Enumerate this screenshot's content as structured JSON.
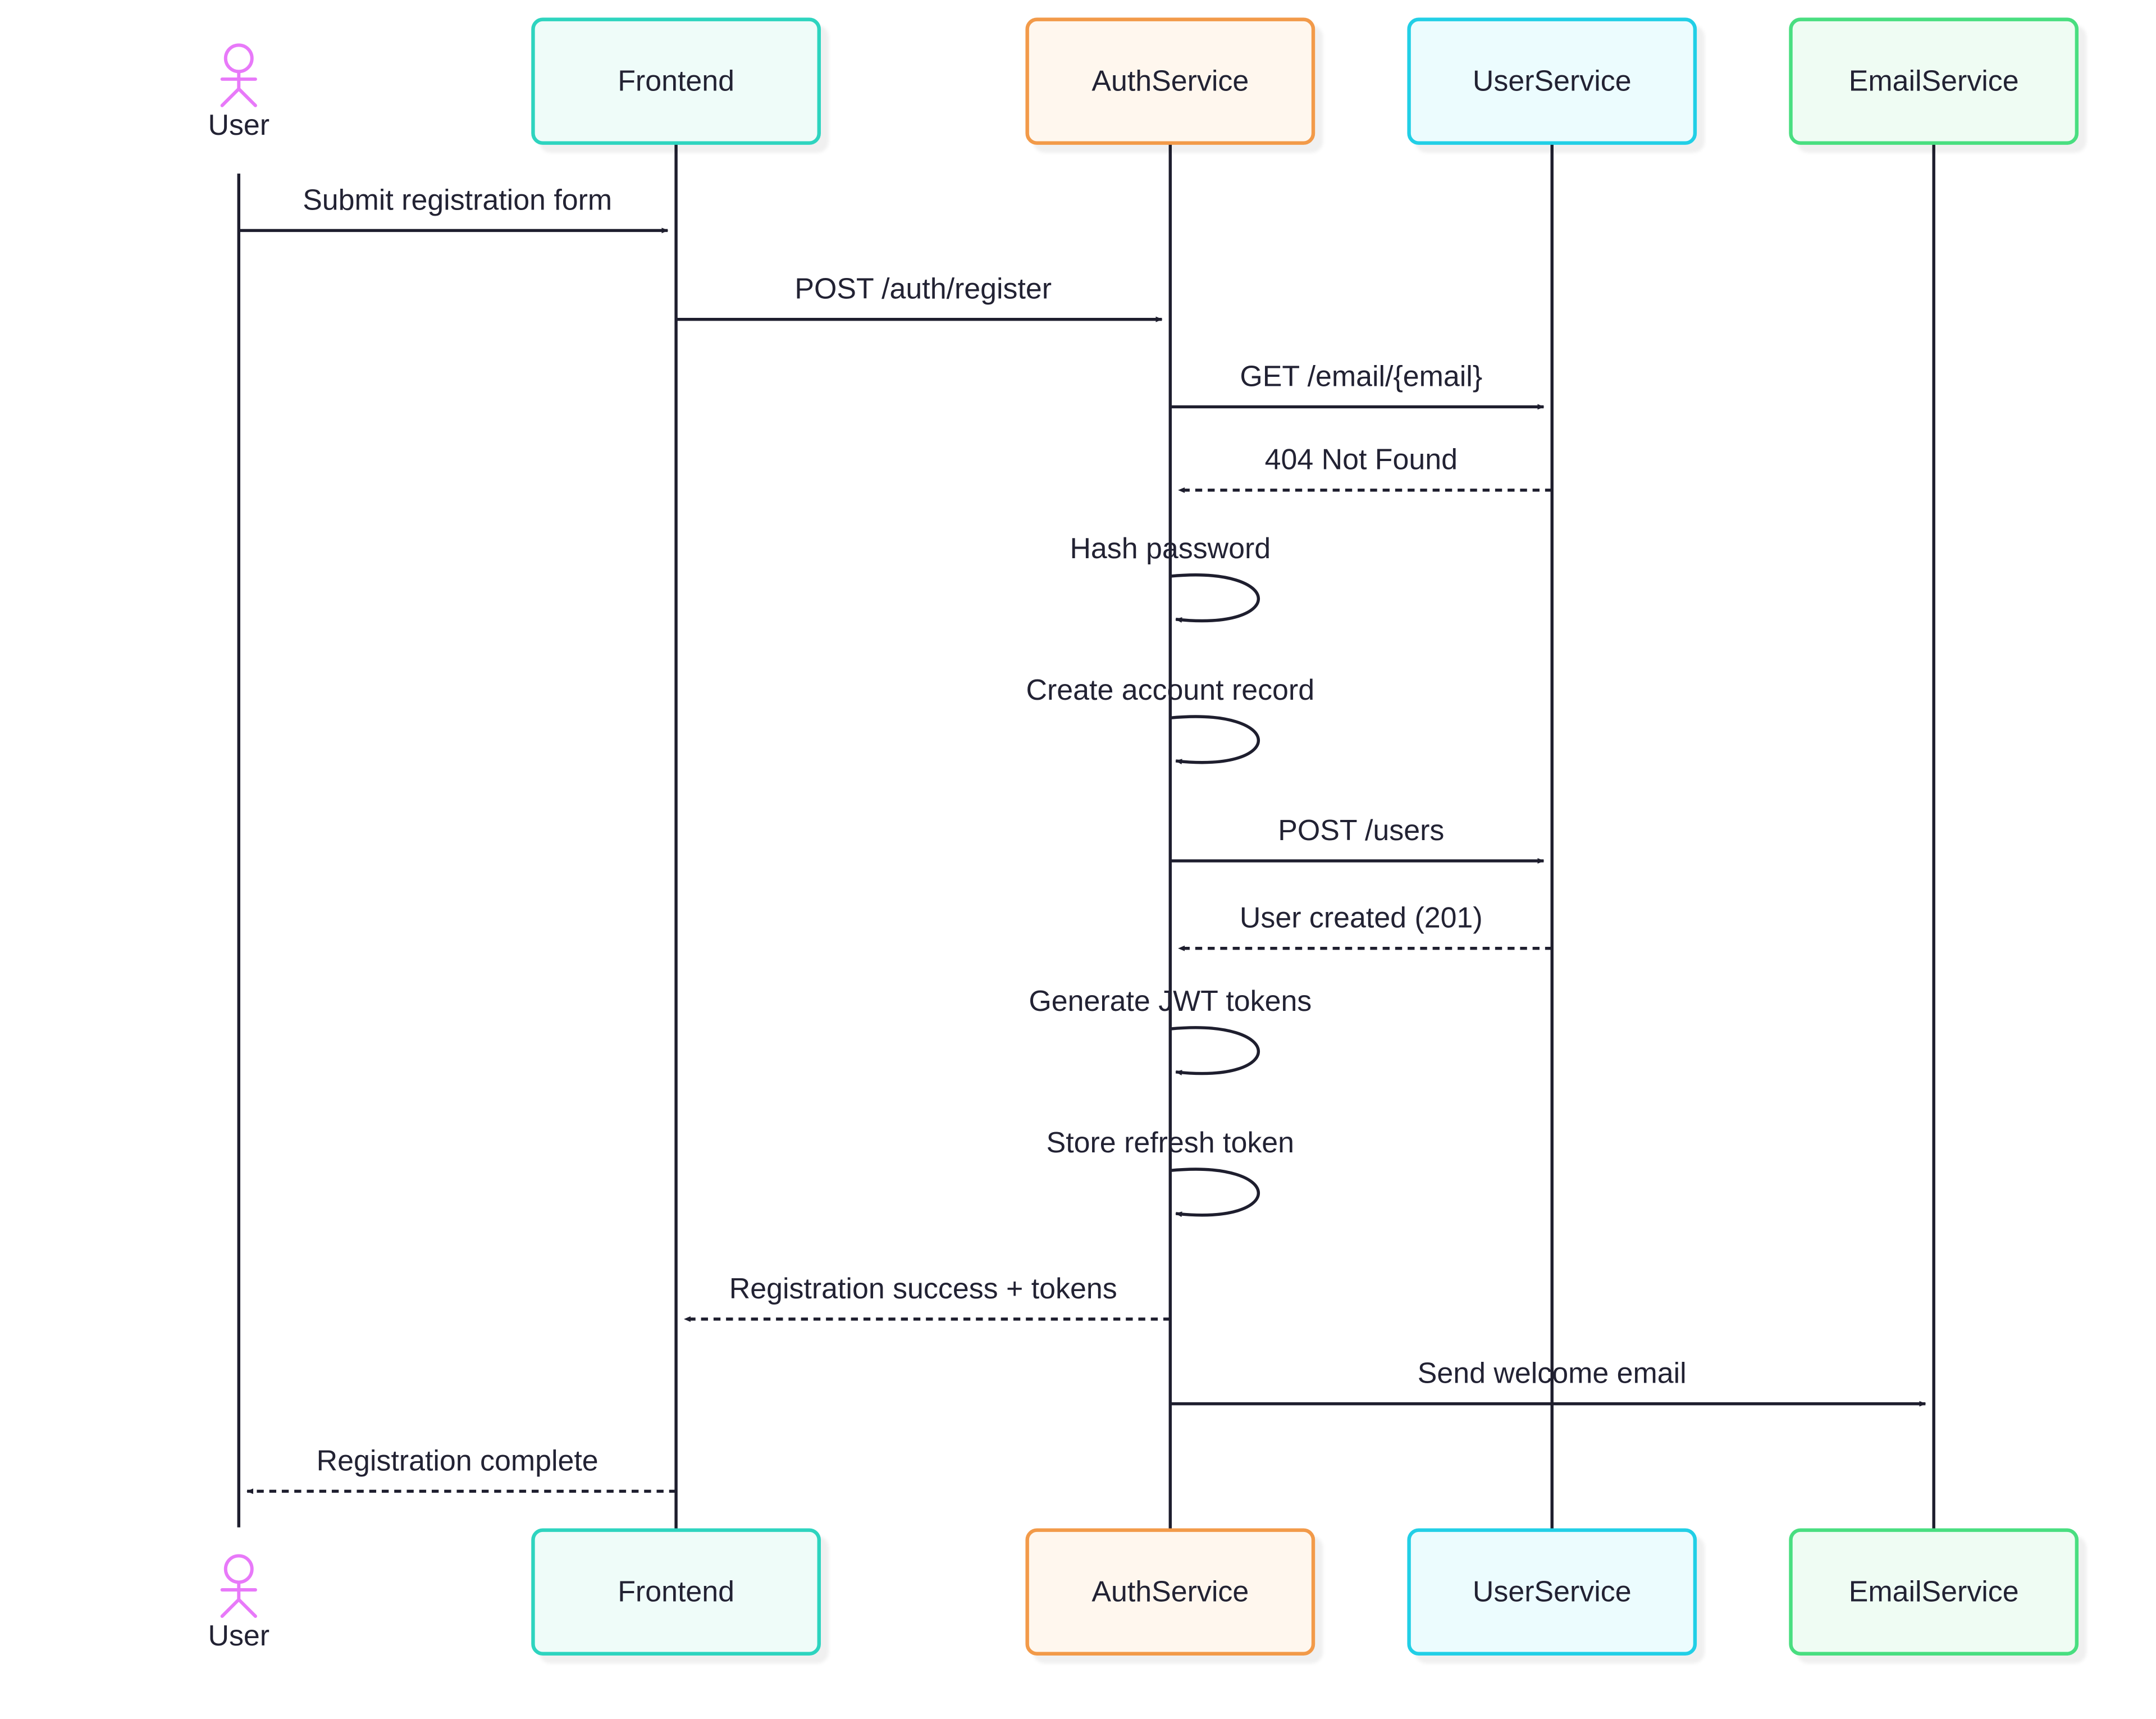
{
  "participants": [
    {
      "id": "user",
      "label": "User",
      "kind": "actor",
      "color": "#e879f9"
    },
    {
      "id": "frontend",
      "label": "Frontend",
      "kind": "box",
      "color": "#2dd4bf",
      "fill": "#effcf9"
    },
    {
      "id": "auth",
      "label": "AuthService",
      "kind": "box",
      "color": "#f29a4a",
      "fill": "#fff7ee"
    },
    {
      "id": "users",
      "label": "UserService",
      "kind": "box",
      "color": "#22cfe6",
      "fill": "#ecfcfe"
    },
    {
      "id": "email",
      "label": "EmailService",
      "kind": "box",
      "color": "#4ade80",
      "fill": "#effcf3"
    }
  ],
  "messages": [
    {
      "from": "user",
      "to": "frontend",
      "label": "Submit registration form",
      "style": "solid"
    },
    {
      "from": "frontend",
      "to": "auth",
      "label": "POST /auth/register",
      "style": "solid"
    },
    {
      "from": "auth",
      "to": "users",
      "label": "GET /email/{email}",
      "style": "solid"
    },
    {
      "from": "users",
      "to": "auth",
      "label": "404 Not Found",
      "style": "dashed"
    },
    {
      "from": "auth",
      "to": "auth",
      "label": "Hash password",
      "style": "self"
    },
    {
      "from": "auth",
      "to": "auth",
      "label": "Create account record",
      "style": "self"
    },
    {
      "from": "auth",
      "to": "users",
      "label": "POST /users",
      "style": "solid"
    },
    {
      "from": "users",
      "to": "auth",
      "label": "User created (201)",
      "style": "dashed"
    },
    {
      "from": "auth",
      "to": "auth",
      "label": "Generate JWT tokens",
      "style": "self"
    },
    {
      "from": "auth",
      "to": "auth",
      "label": "Store refresh token",
      "style": "self"
    },
    {
      "from": "auth",
      "to": "frontend",
      "label": "Registration success + tokens",
      "style": "dashed"
    },
    {
      "from": "auth",
      "to": "email",
      "label": "Send welcome email",
      "style": "solid"
    },
    {
      "from": "frontend",
      "to": "user",
      "label": "Registration complete",
      "style": "dashed"
    }
  ],
  "colors": {
    "line": "#1e1e2e"
  }
}
